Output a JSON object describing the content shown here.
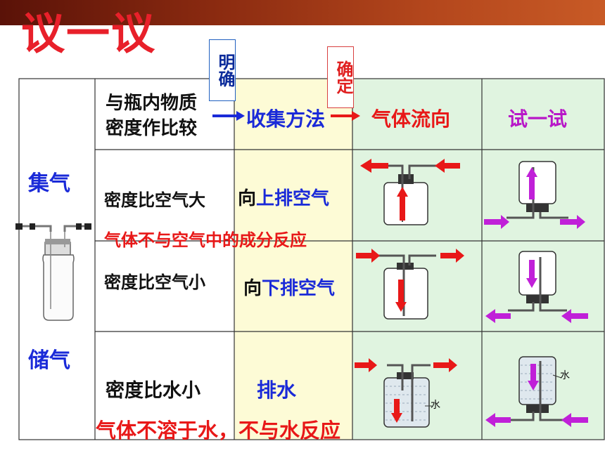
{
  "slide": {
    "title": "议一议",
    "tag_clarify": "明确",
    "tag_determine": "确定"
  },
  "left_column": {
    "collect_label": "集气",
    "store_label": "储气"
  },
  "header": {
    "compare_line1": "与瓶内物质",
    "compare_line2": "密度作比较",
    "method": "收集方法",
    "flow": "气体流向",
    "try": "试一试"
  },
  "rows": [
    {
      "density": "密度比空气大",
      "method_prefix": "向",
      "method_main": "上排空气"
    },
    {
      "density": "密度比空气小",
      "method_prefix": "向",
      "method_main": "下排空气"
    },
    {
      "density": "密度比水小",
      "method_main": "排水"
    }
  ],
  "notes": {
    "no_react_air": "气体不与空气中的成分反应",
    "insoluble": "气体不溶于水，不与水反应",
    "water_label": "水"
  },
  "colors": {
    "title": "#e8202a",
    "arrow_red": "#e81818",
    "arrow_blue": "#1a2ad8",
    "arrow_purple": "#c020d8",
    "method_fill": "#fdfbd6",
    "flow_fill": "#e0f4e0",
    "topbar": "#8a2a10"
  }
}
